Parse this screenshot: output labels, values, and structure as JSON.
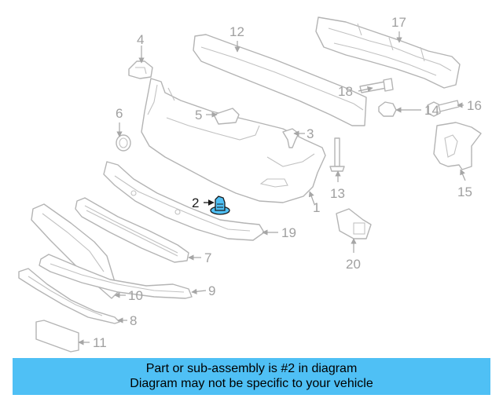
{
  "diagram": {
    "highlighted_part": "2",
    "highlight_color": "#4fc0f5",
    "callouts": {
      "c1": "1",
      "c2": "2",
      "c3": "3",
      "c4": "4",
      "c5": "5",
      "c6": "6",
      "c7": "7",
      "c8": "8",
      "c9": "9",
      "c10": "10",
      "c11": "11",
      "c12": "12",
      "c13": "13",
      "c14": "14",
      "c15": "15",
      "c16": "16",
      "c17": "17",
      "c18": "18",
      "c19": "19",
      "c20": "20"
    }
  },
  "banner": {
    "line1": "Part or sub-assembly is #2 in diagram",
    "line2": "Diagram may not be specific to your vehicle",
    "background": "#4fc0f5"
  }
}
